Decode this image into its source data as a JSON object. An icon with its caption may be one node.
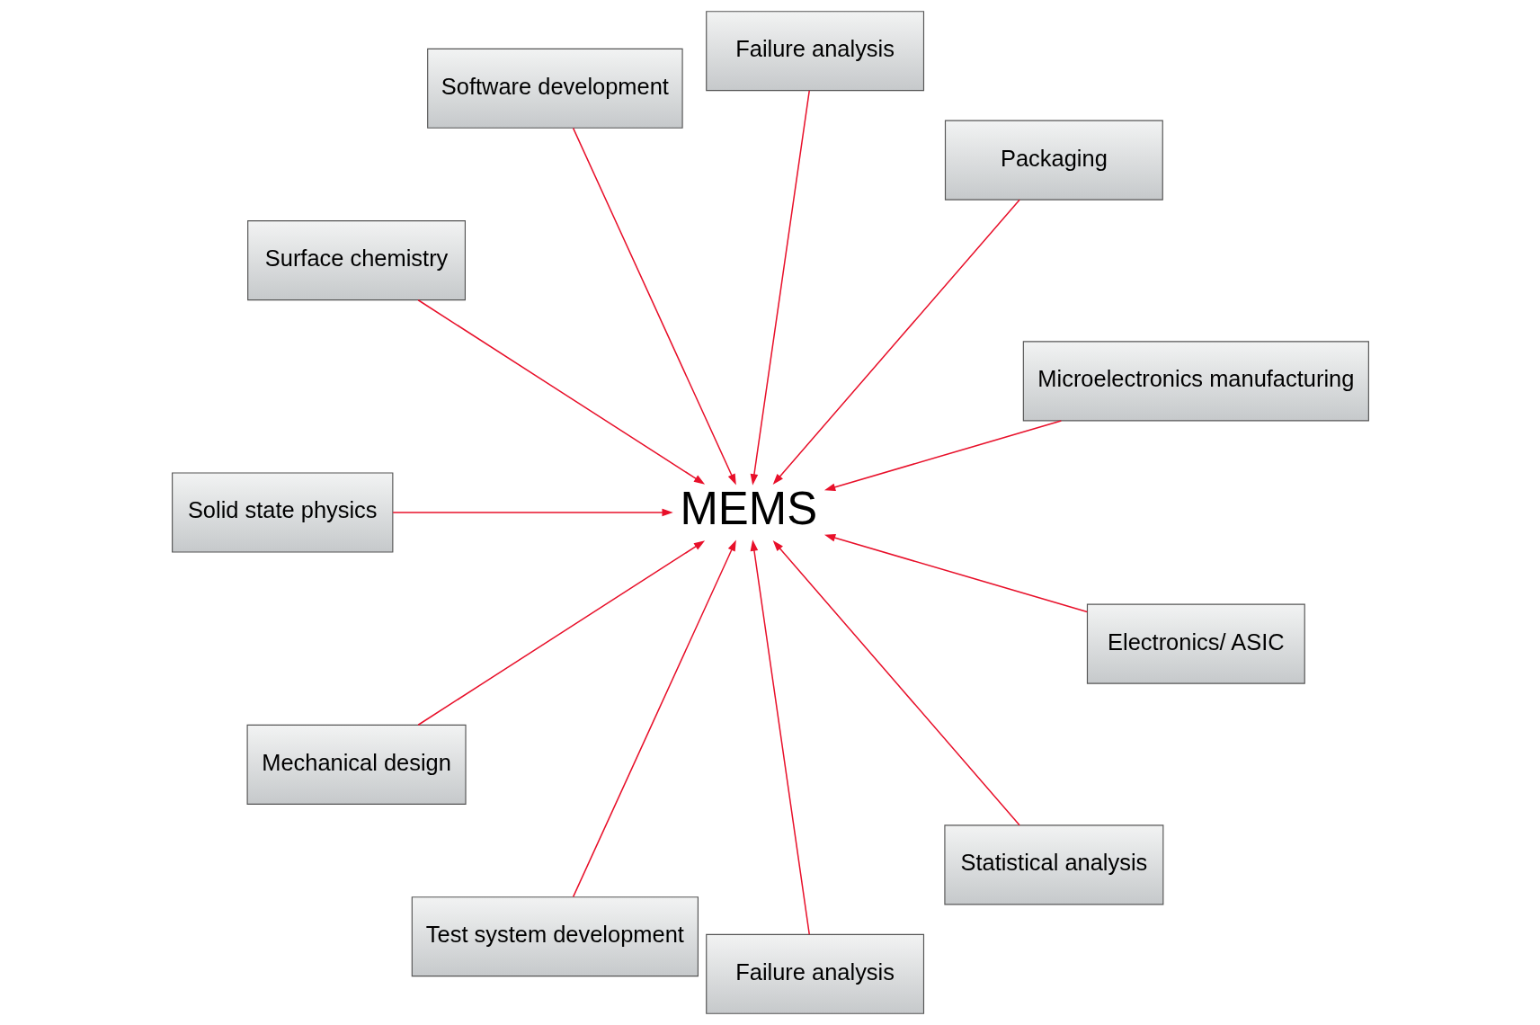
{
  "diagram": {
    "nodes": [
      {
        "text": [
          "MEMS"
        ]
      },
      {
        "text": [
          "Microelectronics manufacturing"
        ]
      },
      {
        "text": [
          "Packaging"
        ]
      },
      {
        "text": [
          "Failure analysis"
        ]
      },
      {
        "text": [
          "Software development"
        ]
      },
      {
        "text": [
          "Surface chemistry"
        ]
      },
      {
        "text": [
          "Solid state physics"
        ]
      },
      {
        "text": [
          "Mechanical design"
        ]
      },
      {
        "text": [
          "Test system development"
        ]
      },
      {
        "text": [
          "Failure analysis"
        ]
      },
      {
        "text": [
          "Statistical analysis"
        ]
      },
      {
        "text": [
          "Electronics/ ASIC"
        ]
      }
    ],
    "edges": [
      {
        "from": 1,
        "to": 0,
        "arrow": "to"
      },
      {
        "from": 2,
        "to": 0,
        "arrow": "to"
      },
      {
        "from": 3,
        "to": 0,
        "arrow": "to"
      },
      {
        "from": 4,
        "to": 0,
        "arrow": "to"
      },
      {
        "from": 5,
        "to": 0,
        "arrow": "to"
      },
      {
        "from": 6,
        "to": 0,
        "arrow": "to"
      },
      {
        "from": 7,
        "to": 0,
        "arrow": "to"
      },
      {
        "from": 8,
        "to": 0,
        "arrow": "to"
      },
      {
        "from": 9,
        "to": 0,
        "arrow": "to"
      },
      {
        "from": 10,
        "to": 0,
        "arrow": "to"
      },
      {
        "from": 11,
        "to": 0,
        "arrow": "to"
      }
    ]
  }
}
